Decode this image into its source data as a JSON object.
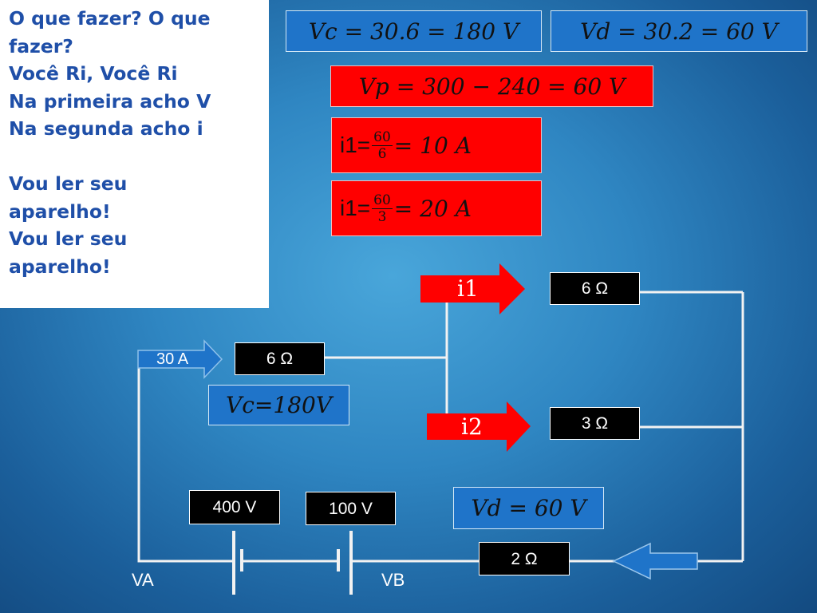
{
  "note": {
    "lines": [
      "O que fazer? O que",
      "fazer?",
      "Você Ri, Você Ri",
      "Na primeira acho V",
      "Na segunda acho i",
      "",
      "Vou ler seu",
      "aparelho!",
      "Vou ler seu",
      "aparelho!"
    ]
  },
  "equations": {
    "vc": "Vc = 30.6 = 180 V",
    "vd": "Vd = 30.2 = 60 V",
    "vp": "Vp = 300  − 240 = 60 V",
    "i1_a": {
      "prefix": "i1=",
      "num": "60",
      "den": "6",
      "suffix": "= 10 A"
    },
    "i1_b": {
      "prefix": "i1=",
      "num": "60",
      "den": "3",
      "suffix": "= 20 A"
    },
    "vc_small": "Vc=180V",
    "vd_small": "Vd = 60 V"
  },
  "circuit": {
    "current_in": "30 A",
    "r_series": "6 Ω",
    "r_branch1": "6 Ω",
    "r_branch2": "3 Ω",
    "r_bottom": "2 Ω",
    "source_a": "400 V",
    "source_b": "100 V",
    "node_a": "VA",
    "node_b": "VB",
    "arrow_i1": "i1",
    "arrow_i2": "i2"
  },
  "colors": {
    "accent_red": "#ff0000",
    "accent_blue": "#1f74c9",
    "note_text": "#1f4fa8"
  }
}
